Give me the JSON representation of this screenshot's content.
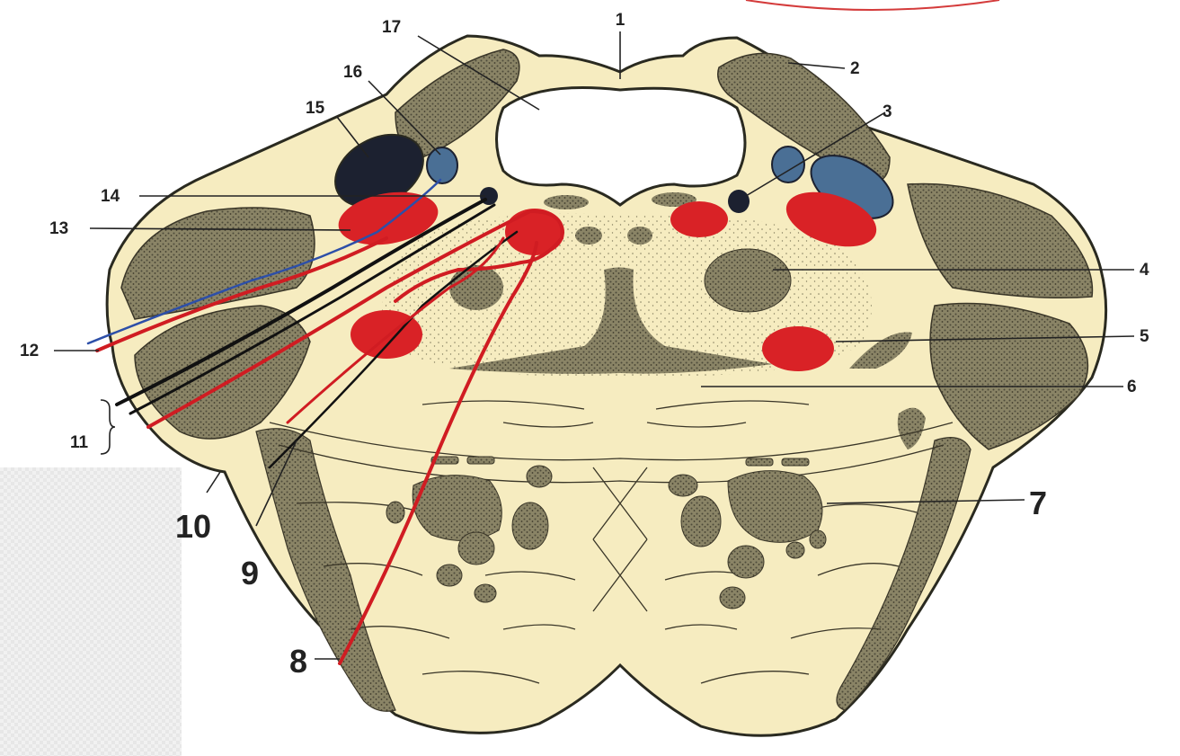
{
  "labels": {
    "l1": "1",
    "l2": "2",
    "l3": "3",
    "l4": "4",
    "l5": "5",
    "l6": "6",
    "l7": "7",
    "l8": "8",
    "l9": "9",
    "l10": "10",
    "l11": "11",
    "l12": "12",
    "l13": "13",
    "l14": "14",
    "l15": "15",
    "l16": "16",
    "l17": "17"
  },
  "colors": {
    "tissue": "#f6ecc0",
    "outline": "#2a2a20",
    "grey_matter": "#6e6a58",
    "nucleus_red": "#d92226",
    "nucleus_blue": "#4a6f95",
    "nucleus_dark": "#1c2130",
    "fiber_red": "#d01c22",
    "fiber_black": "#111111",
    "fiber_blue": "#2d4fa8",
    "accent_top_right": "#d43b3b"
  }
}
